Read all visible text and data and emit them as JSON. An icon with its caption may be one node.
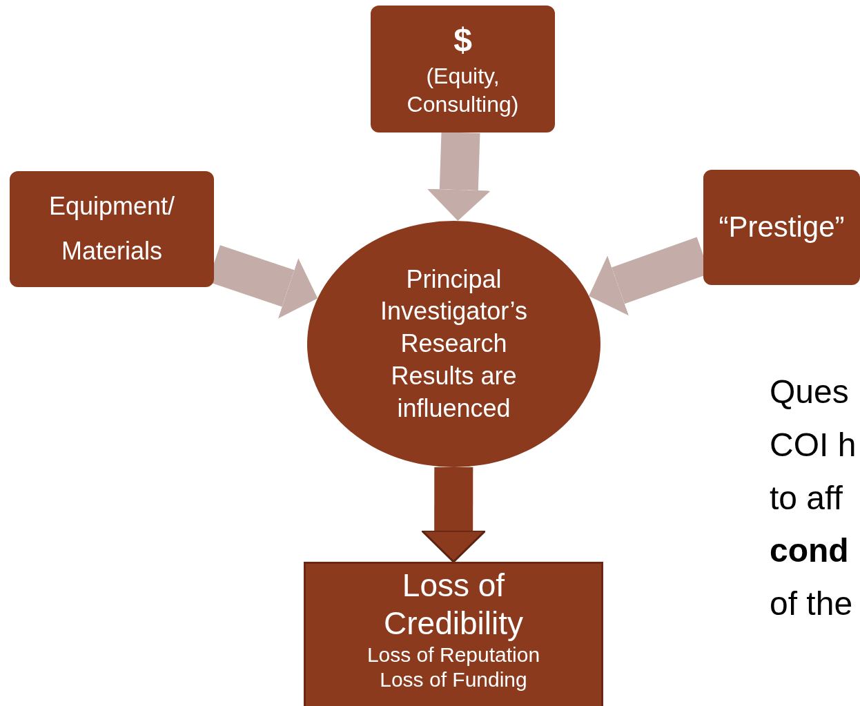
{
  "diagram": {
    "nodes": [
      {
        "text": [
          "$",
          "(Equity, Consulting)"
        ]
      },
      {
        "text": [
          "Equipment/ Materials"
        ]
      },
      {
        "text": [
          "“Prestige”"
        ]
      },
      {
        "text": [
          "Principal Investigator’s Research Results are influenced"
        ]
      },
      {
        "text": [
          "Loss of Credibility",
          "Loss of Reputation",
          "Loss of Funding"
        ]
      }
    ],
    "edges": [
      {
        "from": 0,
        "to": 3,
        "arrow": "to"
      },
      {
        "from": 1,
        "to": 3,
        "arrow": "to"
      },
      {
        "from": 2,
        "to": 3,
        "arrow": "to"
      },
      {
        "from": 3,
        "to": 4,
        "arrow": "to",
        "color": "#8b3a1e"
      }
    ],
    "labels": [
      "Ques COI h to aff **cond** of the"
    ]
  }
}
